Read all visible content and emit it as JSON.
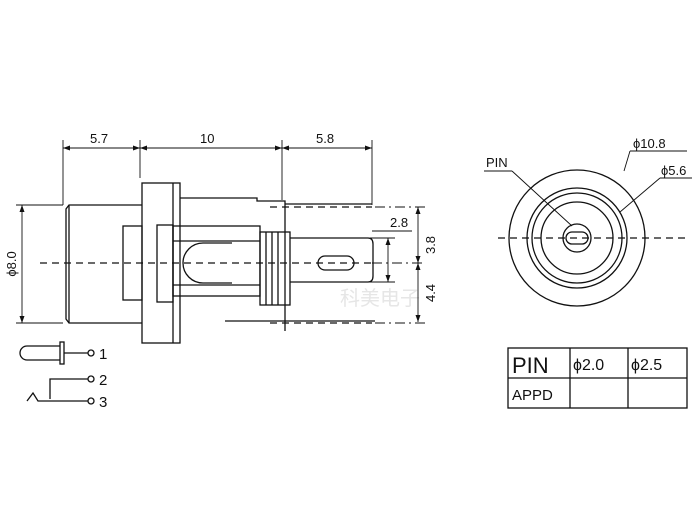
{
  "side_view": {
    "dim_front": "5.7",
    "dim_body": "10",
    "dim_pins": "5.8",
    "dim_tab_width": "2.8",
    "dim_top_pin": "3.8",
    "dim_bottom_pin": "4.4",
    "dim_diameter": "ϕ8.0"
  },
  "schematic": {
    "pin1": "1",
    "pin2": "2",
    "pin3": "3"
  },
  "front_view": {
    "pin_label": "PIN",
    "outer_diameter": "ϕ10.8",
    "inner_diameter": "ϕ5.6"
  },
  "table": {
    "header": [
      "PIN",
      "ϕ2.0",
      "ϕ2.5"
    ],
    "row": [
      "APPD",
      "",
      ""
    ]
  },
  "watermark": "科美电子"
}
